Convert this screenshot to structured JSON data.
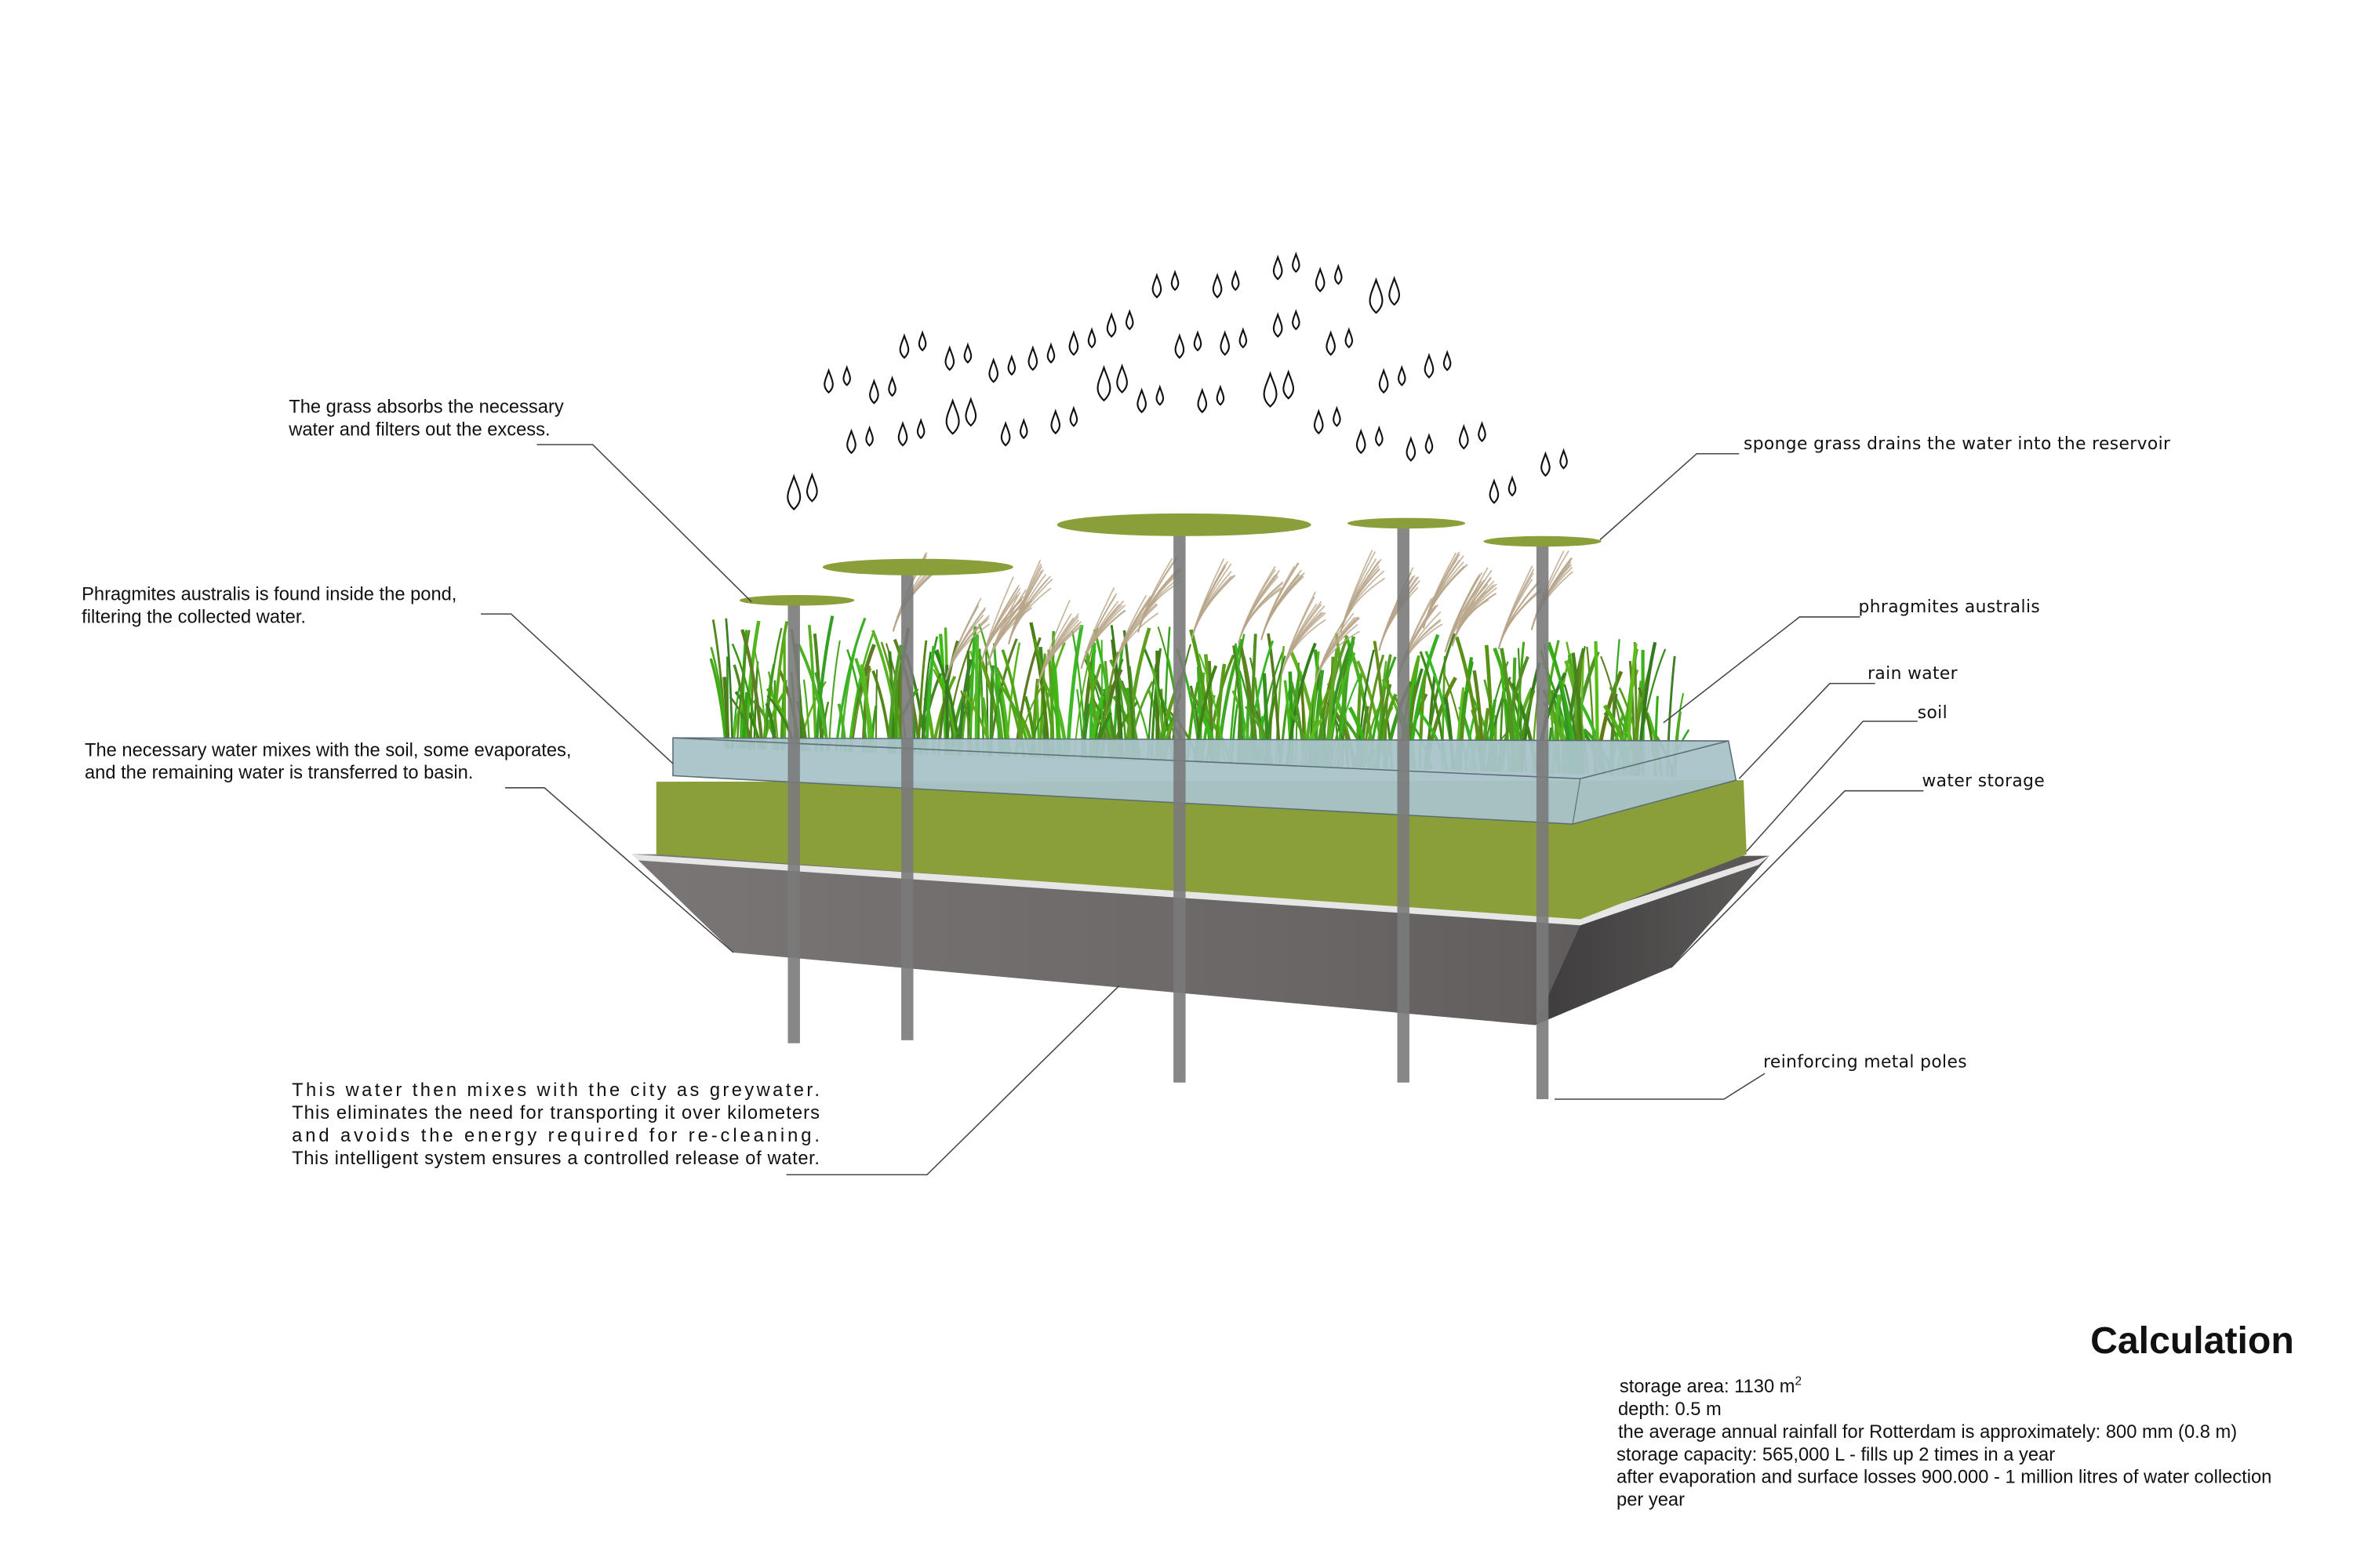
{
  "left_annotations": {
    "grass": [
      "The grass absorbs the necessary",
      "water and filters out the excess."
    ],
    "phragmites": [
      "Phragmites australis is found inside the pond,",
      "filtering the collected water."
    ],
    "soil_mix": [
      "The necessary water mixes with the soil, some evaporates,",
      "and the remaining water is transferred to basin."
    ],
    "greywater": [
      "This water then mixes with the city as greywater.",
      "This eliminates the need for transporting it over kilometers",
      "and avoids the energy required for re-cleaning.",
      "This intelligent system ensures a controlled release of water."
    ]
  },
  "right_labels": {
    "sponge_grass": "sponge grass drains the water into the reservoir",
    "phragmites_australis": "phragmites australis",
    "rain_water": "rain water",
    "soil": "soil",
    "water_storage": "water storage",
    "metal_poles": "reinforcing metal poles"
  },
  "calculation": {
    "title": "Calculation",
    "storage_area": "storage area: 1130 m",
    "storage_area_sup": "2",
    "lines": [
      "depth: 0.5 m",
      "the average annual rainfall for Rotterdam is approximately: 800 mm (0.8 m)",
      "storage capacity: 565,000 L - fills up 2 times in a year",
      "after evaporation and surface losses 900.000 - 1 million litres of water collection",
      "per year"
    ]
  },
  "colors": {
    "soil": "#8a9e3a",
    "rain_water": "#a9c3c9",
    "basin": "#6e6a6a",
    "pole": "#7a7a7a",
    "grass": "#5d8a22",
    "plume": "#b8a58a"
  }
}
